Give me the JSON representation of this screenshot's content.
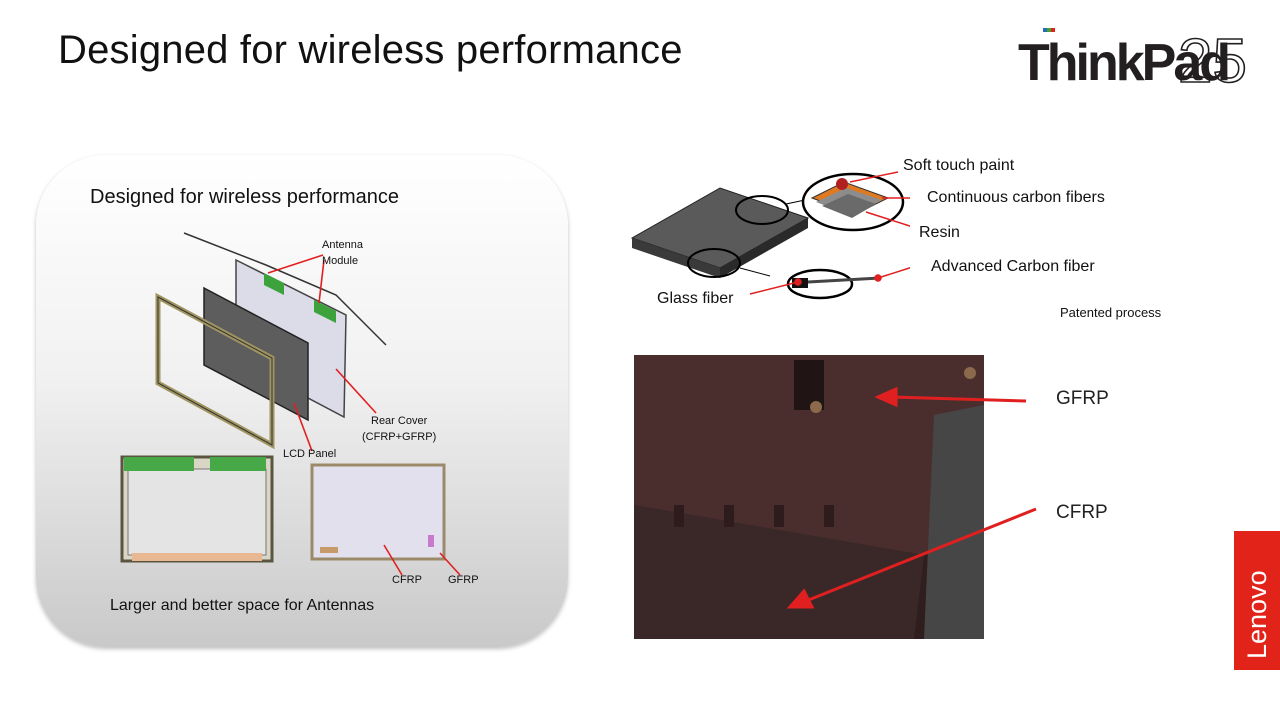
{
  "slide": {
    "title": "Designed for wireless performance"
  },
  "brand": {
    "logo_think": "Think",
    "logo_pad": "Pad",
    "logo_number": "25",
    "side_logo": "Lenovo",
    "colors": {
      "thinkpad_text": "#231f20",
      "pad_blue": "#2a6bb3",
      "pad_green": "#3fa535",
      "pad_red": "#e2231a",
      "lenovo_red": "#e2231a",
      "arrow_red": "#e02020"
    }
  },
  "panel": {
    "title": "Designed for wireless performance",
    "caption": "Larger  and better  space for Antennas",
    "labels": {
      "antenna_line1": "Antenna",
      "antenna_line2": "Module",
      "rear_cover_line1": "Rear Cover",
      "rear_cover_line2": "(CFRP+GFRP)",
      "lcd_panel": "LCD Panel",
      "cfrp": "CFRP",
      "gfrp": "GFRP"
    }
  },
  "material_diagram": {
    "labels": {
      "soft_touch_paint": "Soft touch paint",
      "continuous_carbon_fibers": "Continuous  carbon fibers",
      "resin": "Resin",
      "advanced_carbon_fiber": "Advanced Carbon fiber",
      "glass_fiber": "Glass fiber",
      "patented_process": "Patented process"
    }
  },
  "photo": {
    "gfrp_label": "GFRP",
    "cfrp_label": "CFRP"
  }
}
